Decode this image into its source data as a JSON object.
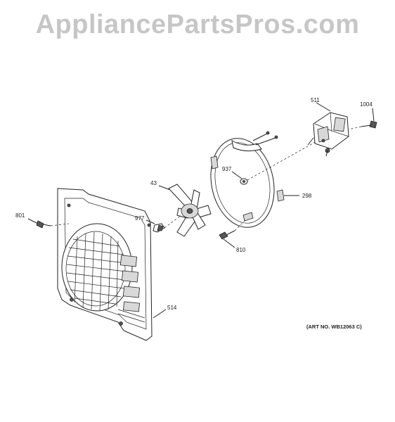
{
  "watermark": "AppliancePartsPros.com",
  "callouts": {
    "c511": "511",
    "c1004": "1004",
    "c937": "937",
    "c298": "298",
    "c43": "43",
    "c977": "977",
    "c801": "801",
    "c810": "810",
    "c514": "514"
  },
  "art_number": "(ART NO. WB12063 C)"
}
